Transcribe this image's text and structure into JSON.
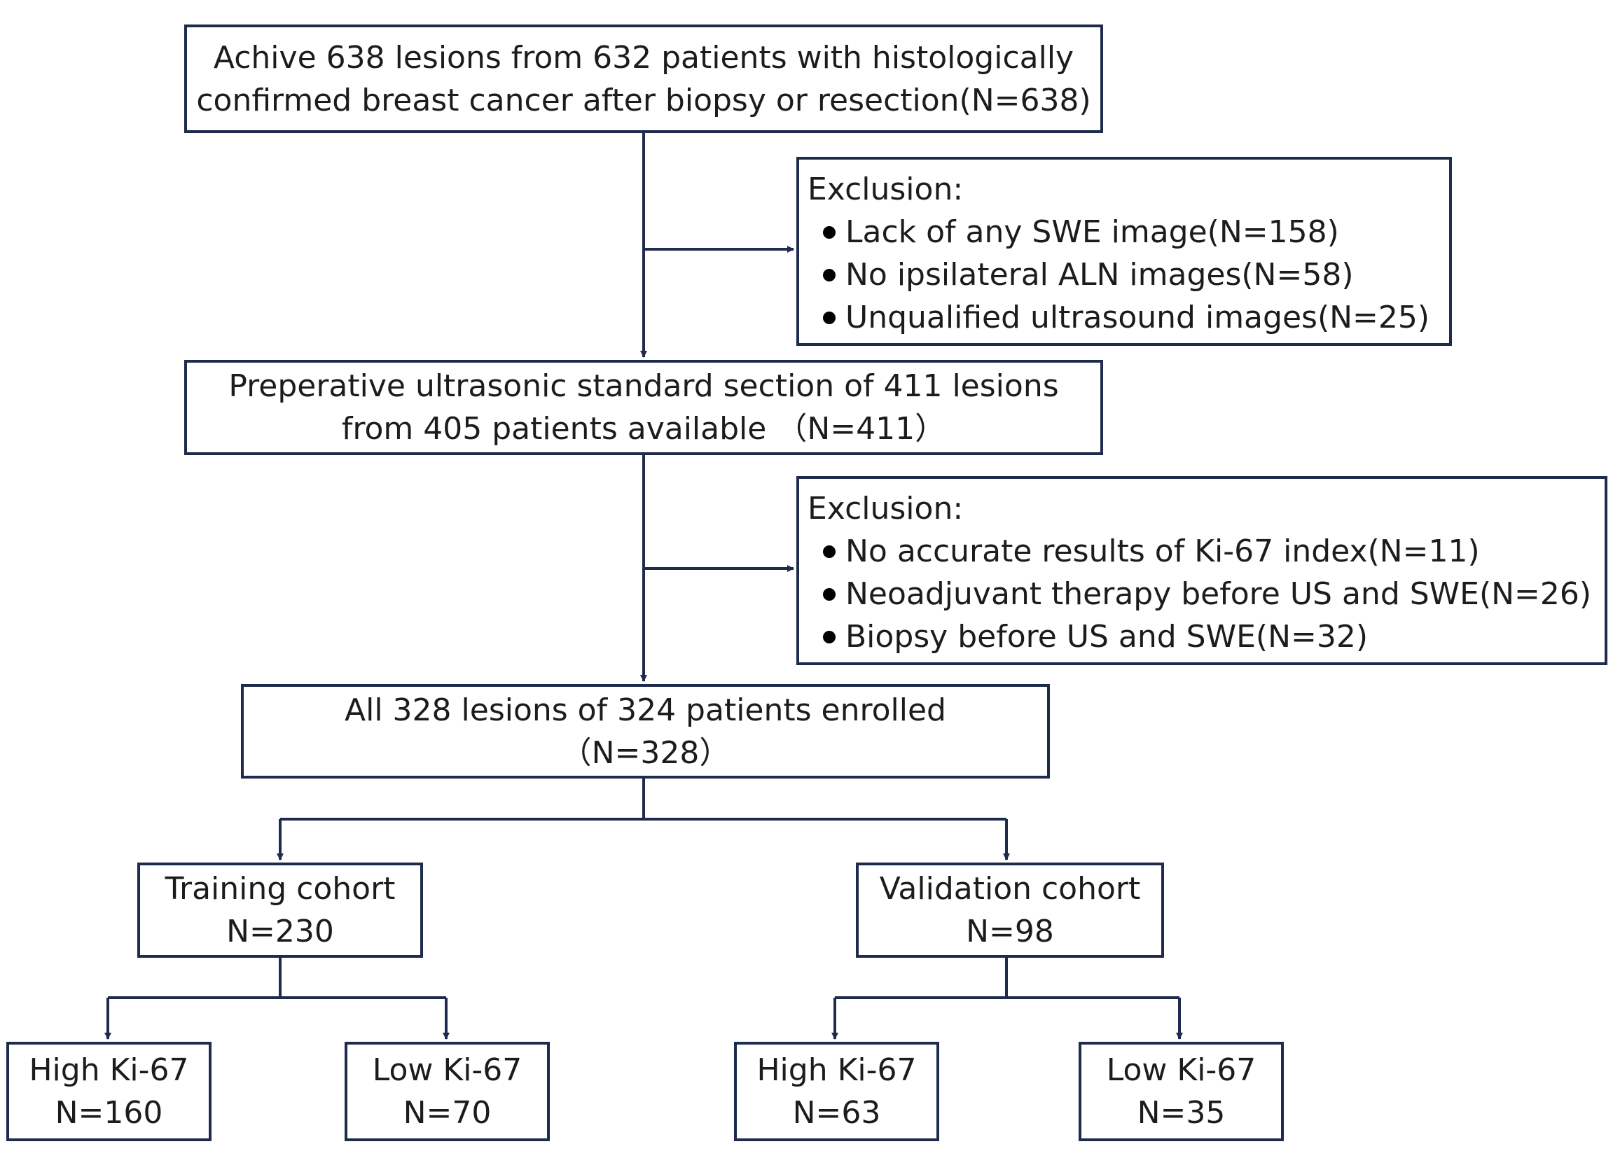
{
  "boxes": {
    "start": {
      "lines": [
        "Achive 638 lesions from 632 patients with histologically",
        "confirmed breast cancer after biopsy or resection(N=638)"
      ]
    },
    "exclusion1": {
      "title": "Exclusion:",
      "items": [
        "Lack of any SWE image(N=158)",
        "No ipsilateral ALN images(N=58)",
        "Unqualified ultrasound images(N=25)"
      ]
    },
    "preoperative": {
      "lines": [
        "Preperative ultrasonic standard section of 411 lesions",
        "from 405 patients available （N=411）"
      ]
    },
    "exclusion2": {
      "title": "Exclusion:",
      "items": [
        "No accurate results of Ki-67 index(N=11)",
        "Neoadjuvant therapy before US and SWE(N=26)",
        "Biopsy before US and SWE(N=32)"
      ]
    },
    "enrolled": {
      "lines": [
        "All 328 lesions of 324 patients enrolled",
        "（N=328）"
      ]
    },
    "training": {
      "lines": [
        "Training cohort",
        "N=230"
      ]
    },
    "validation": {
      "lines": [
        "Validation cohort",
        "N=98"
      ]
    },
    "train_high": {
      "lines": [
        "High Ki-67",
        "N=160"
      ]
    },
    "train_low": {
      "lines": [
        "Low Ki-67",
        "N=70"
      ]
    },
    "val_high": {
      "lines": [
        "High Ki-67",
        "N=63"
      ]
    },
    "val_low": {
      "lines": [
        "Low Ki-67",
        "N=35"
      ]
    }
  },
  "style": {
    "line_color": "#1f2b4d",
    "border_color": "#1f2b4d"
  }
}
